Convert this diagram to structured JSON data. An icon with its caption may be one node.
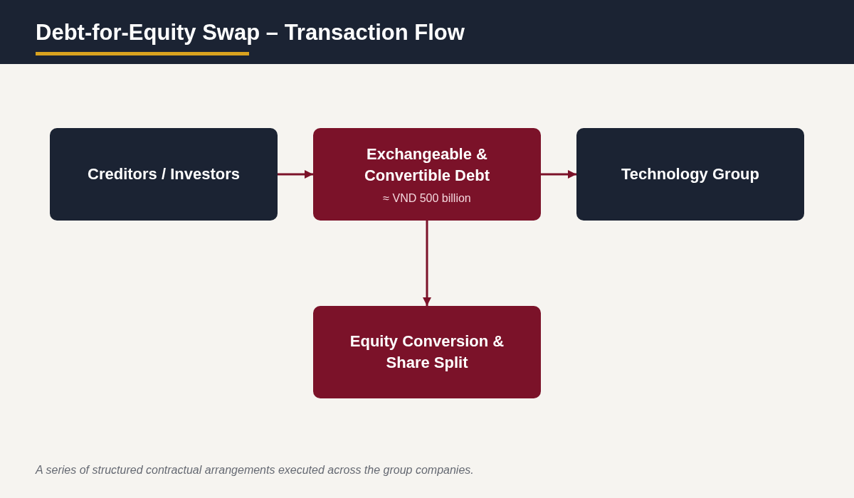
{
  "diagram": {
    "title": "Debt-for-Equity Swap – Transaction Flow",
    "caption": "A series of structured contractual arrangements executed across the group companies.",
    "nodes": [
      {
        "text": [
          "Creditors / Investors"
        ]
      },
      {
        "text": [
          "Exchangeable & Convertible Debt",
          "≈ VND 500 billion"
        ]
      },
      {
        "text": [
          "Technology Group"
        ]
      },
      {
        "text": [
          "Equity Conversion & Share Split"
        ]
      }
    ],
    "edges": [
      {
        "from": 0,
        "to": 1,
        "arrow": "to"
      },
      {
        "from": 1,
        "to": 2,
        "arrow": "to"
      },
      {
        "from": 1,
        "to": 3,
        "arrow": "to"
      }
    ]
  }
}
